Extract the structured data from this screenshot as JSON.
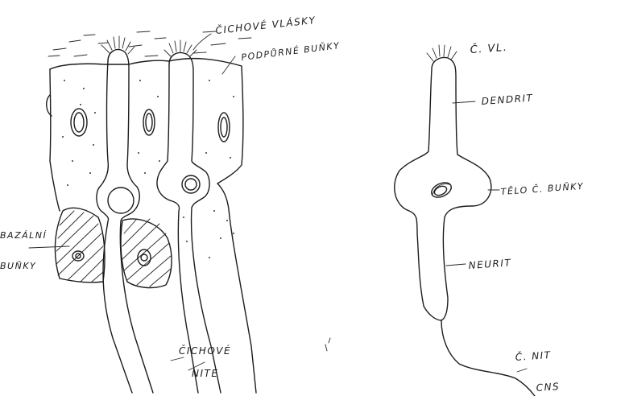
{
  "left_diagram": {
    "labels": {
      "cilia": "ČICHOVÉ VLÁSKY",
      "support_cells": "PODPŮRNÉ BUŇKY",
      "basal_cells_line1": "BAZÁLNÍ",
      "basal_cells_line2": "BUŇKY",
      "fibers_line1": "ČICHOVÉ",
      "fibers_line2": "NITE"
    }
  },
  "right_diagram": {
    "labels": {
      "cilia": "Č. VL.",
      "dendrite": "DENDRIT",
      "cell_body": "TĚLO Č. BUŇKY",
      "neurite": "NEURIT",
      "fiber": "Č. NIT",
      "cns": "CNS"
    }
  }
}
